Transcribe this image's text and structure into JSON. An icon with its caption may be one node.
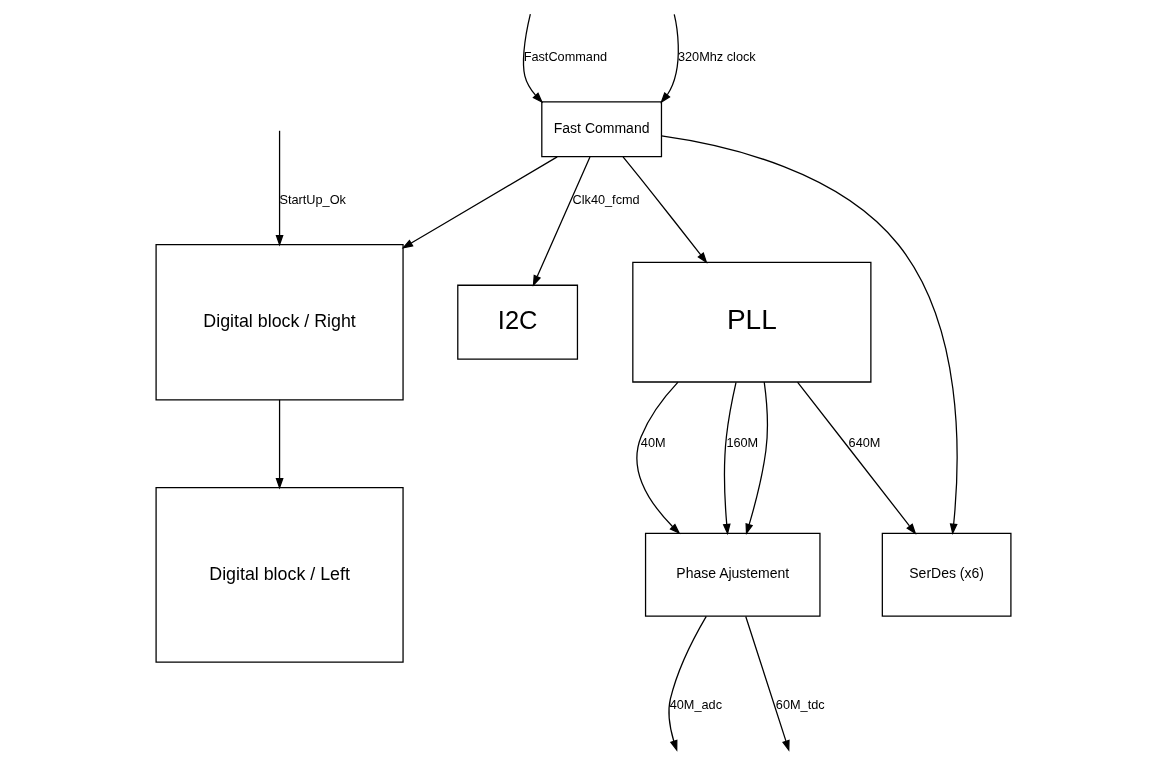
{
  "diagram": {
    "nodes": [
      {
        "text": [
          "Fast Command"
        ]
      },
      {
        "text": [
          "I2C"
        ]
      },
      {
        "text": [
          "PLL"
        ]
      },
      {
        "text": [
          "Digital block / Right"
        ]
      },
      {
        "text": [
          "Digital block / Left"
        ]
      },
      {
        "text": [
          "Phase Ajustement"
        ]
      },
      {
        "text": [
          "SerDes (x6)"
        ]
      }
    ],
    "edges": [
      {
        "from": null,
        "to": 0,
        "arrow": "to",
        "label": "FastCommand"
      },
      {
        "from": null,
        "to": 0,
        "arrow": "to",
        "label": "320Mhz clock"
      },
      {
        "from": 0,
        "to": 1,
        "arrow": "to",
        "label": "Clk40_fcmd"
      },
      {
        "from": 0,
        "to": 2,
        "arrow": "to"
      },
      {
        "from": 0,
        "to": 3,
        "arrow": "to"
      },
      {
        "from": 0,
        "to": 6,
        "arrow": "to"
      },
      {
        "from": null,
        "to": 3,
        "arrow": "to",
        "label": "StartUp_Ok"
      },
      {
        "from": 2,
        "to": 5,
        "arrow": "to",
        "label": "40M"
      },
      {
        "from": 2,
        "to": 5,
        "arrow": "to",
        "label": "160M"
      },
      {
        "from": 2,
        "to": 6,
        "arrow": "to",
        "label": "640M"
      },
      {
        "from": 2,
        "to": 5,
        "arrow": "to"
      },
      {
        "from": 3,
        "to": 4,
        "arrow": "to"
      },
      {
        "from": 5,
        "to": null,
        "arrow": "to",
        "label": "40M_adc"
      },
      {
        "from": 5,
        "to": null,
        "arrow": "to",
        "label": "60M_tdc"
      }
    ]
  }
}
